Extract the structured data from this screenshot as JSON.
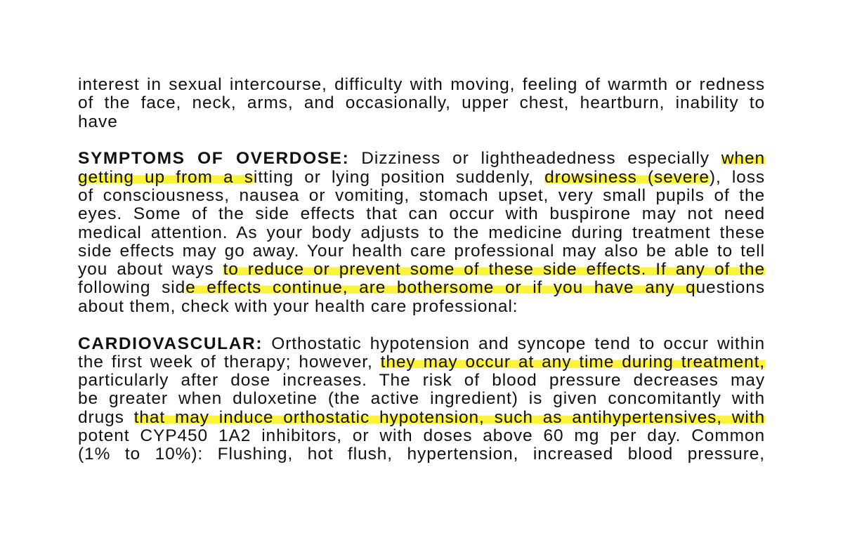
{
  "para1": {
    "l1": "interest in sexual intercourse, difficulty with moving, feeling of warmth or redness",
    "l2": "of the face, neck, arms, and occasionally, upper chest, heartburn, inability to",
    "l3": "have"
  },
  "para2": {
    "label": "SYMPTOMS OF OVERDOSE:",
    "l1_text": " Dizziness or lightheadedness especially ",
    "l1_hl": "when",
    "l2_hl": "getting up from a s",
    "l2_text_a": "itting or lying position suddenly, ",
    "l2_hl_b": "drowsiness (severe",
    "l2_text_b": "), loss",
    "l3": "of consciousness, nausea or vomiting, stomach upset, very small pupils of the",
    "l4": "eyes. Some of the side effects that can occur with buspirone may not need",
    "l5": "medical attention. As your body adjusts to the medicine during treatment these",
    "l6": "side effects may go away. Your health care professional may also be able to tell",
    "l7_text": "you about ways ",
    "l7_hl": "to reduce or prevent some of these side effects. If any of the",
    "l8_text_a": "following sid",
    "l8_hl": "e effects continue, are bothersome or if you have any q",
    "l8_text_b": "uestions",
    "l9": "about them, check with your health care professional:"
  },
  "para3": {
    "label": "CARDIOVASCULAR:",
    "l1_text": " Orthostatic hypotension and syncope tend to occur within",
    "l2_text": "the first week of therapy; however, ",
    "l2_hl": "they may occur at any time during treatment,",
    "l3": "particularly after dose increases. The risk of blood pressure decreases may",
    "l4": "be greater when duloxetine (the active ingredient) is given concomitantly with",
    "l5_text": "drugs ",
    "l5_hl": "that may induce orthostatic hypotension, such as antihypertensives, with",
    "l6": "potent CYP450 1A2 inhibitors, or with doses above 60 mg per day. Common",
    "l7": "(1% to 10%): Flushing, hot flush, hypertension, increased blood pressure,"
  },
  "colors": {
    "text": "#111111",
    "highlight": "#fcf33a",
    "background": "#ffffff"
  }
}
